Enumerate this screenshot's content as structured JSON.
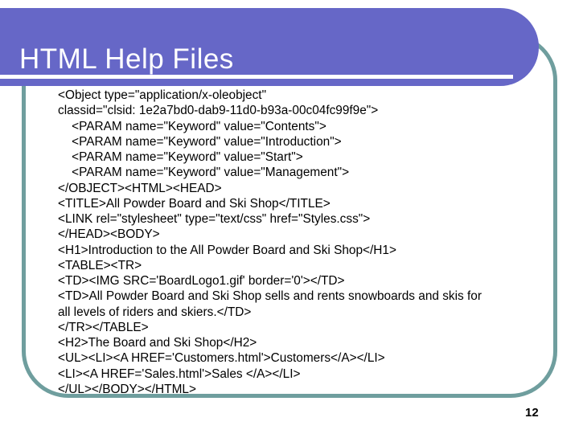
{
  "slide": {
    "title": "HTML Help Files",
    "page_number": "12"
  },
  "code": {
    "lines": [
      "<Object type=\"application/x-oleobject\"",
      "classid=\"clsid: 1e2a7bd0-dab9-11d0-b93a-00c04fc99f9e\">",
      "    <PARAM name=\"Keyword\" value=\"Contents\">",
      "    <PARAM name=\"Keyword\" value=\"Introduction\">",
      "    <PARAM name=\"Keyword\" value=\"Start\">",
      "    <PARAM name=\"Keyword\" value=\"Management\">",
      "</OBJECT><HTML><HEAD>",
      "<TITLE>All Powder Board and Ski Shop</TITLE>",
      "<LINK rel=\"stylesheet\" type=\"text/css\" href=\"Styles.css\">",
      "</HEAD><BODY>",
      "<H1>Introduction to the All Powder Board and Ski Shop</H1>",
      "<TABLE><TR>",
      "<TD><IMG SRC='BoardLogo1.gif' border='0'></TD>",
      "<TD>All Powder Board and Ski Shop sells and rents snowboards and skis for",
      "all levels of riders and skiers.</TD>",
      "</TR></TABLE>",
      "<H2>The Board and Ski Shop</H2>",
      "<UL><LI><A HREF='Customers.html'>Customers</A></LI>",
      "<LI><A HREF='Sales.html'>Sales </A></LI>",
      "</UL></BODY></HTML>"
    ]
  },
  "colors": {
    "accent_purple": "#6667c7",
    "frame_teal": "#6f9e9e",
    "title_text": "#ffffff",
    "code_text": "#000000"
  }
}
